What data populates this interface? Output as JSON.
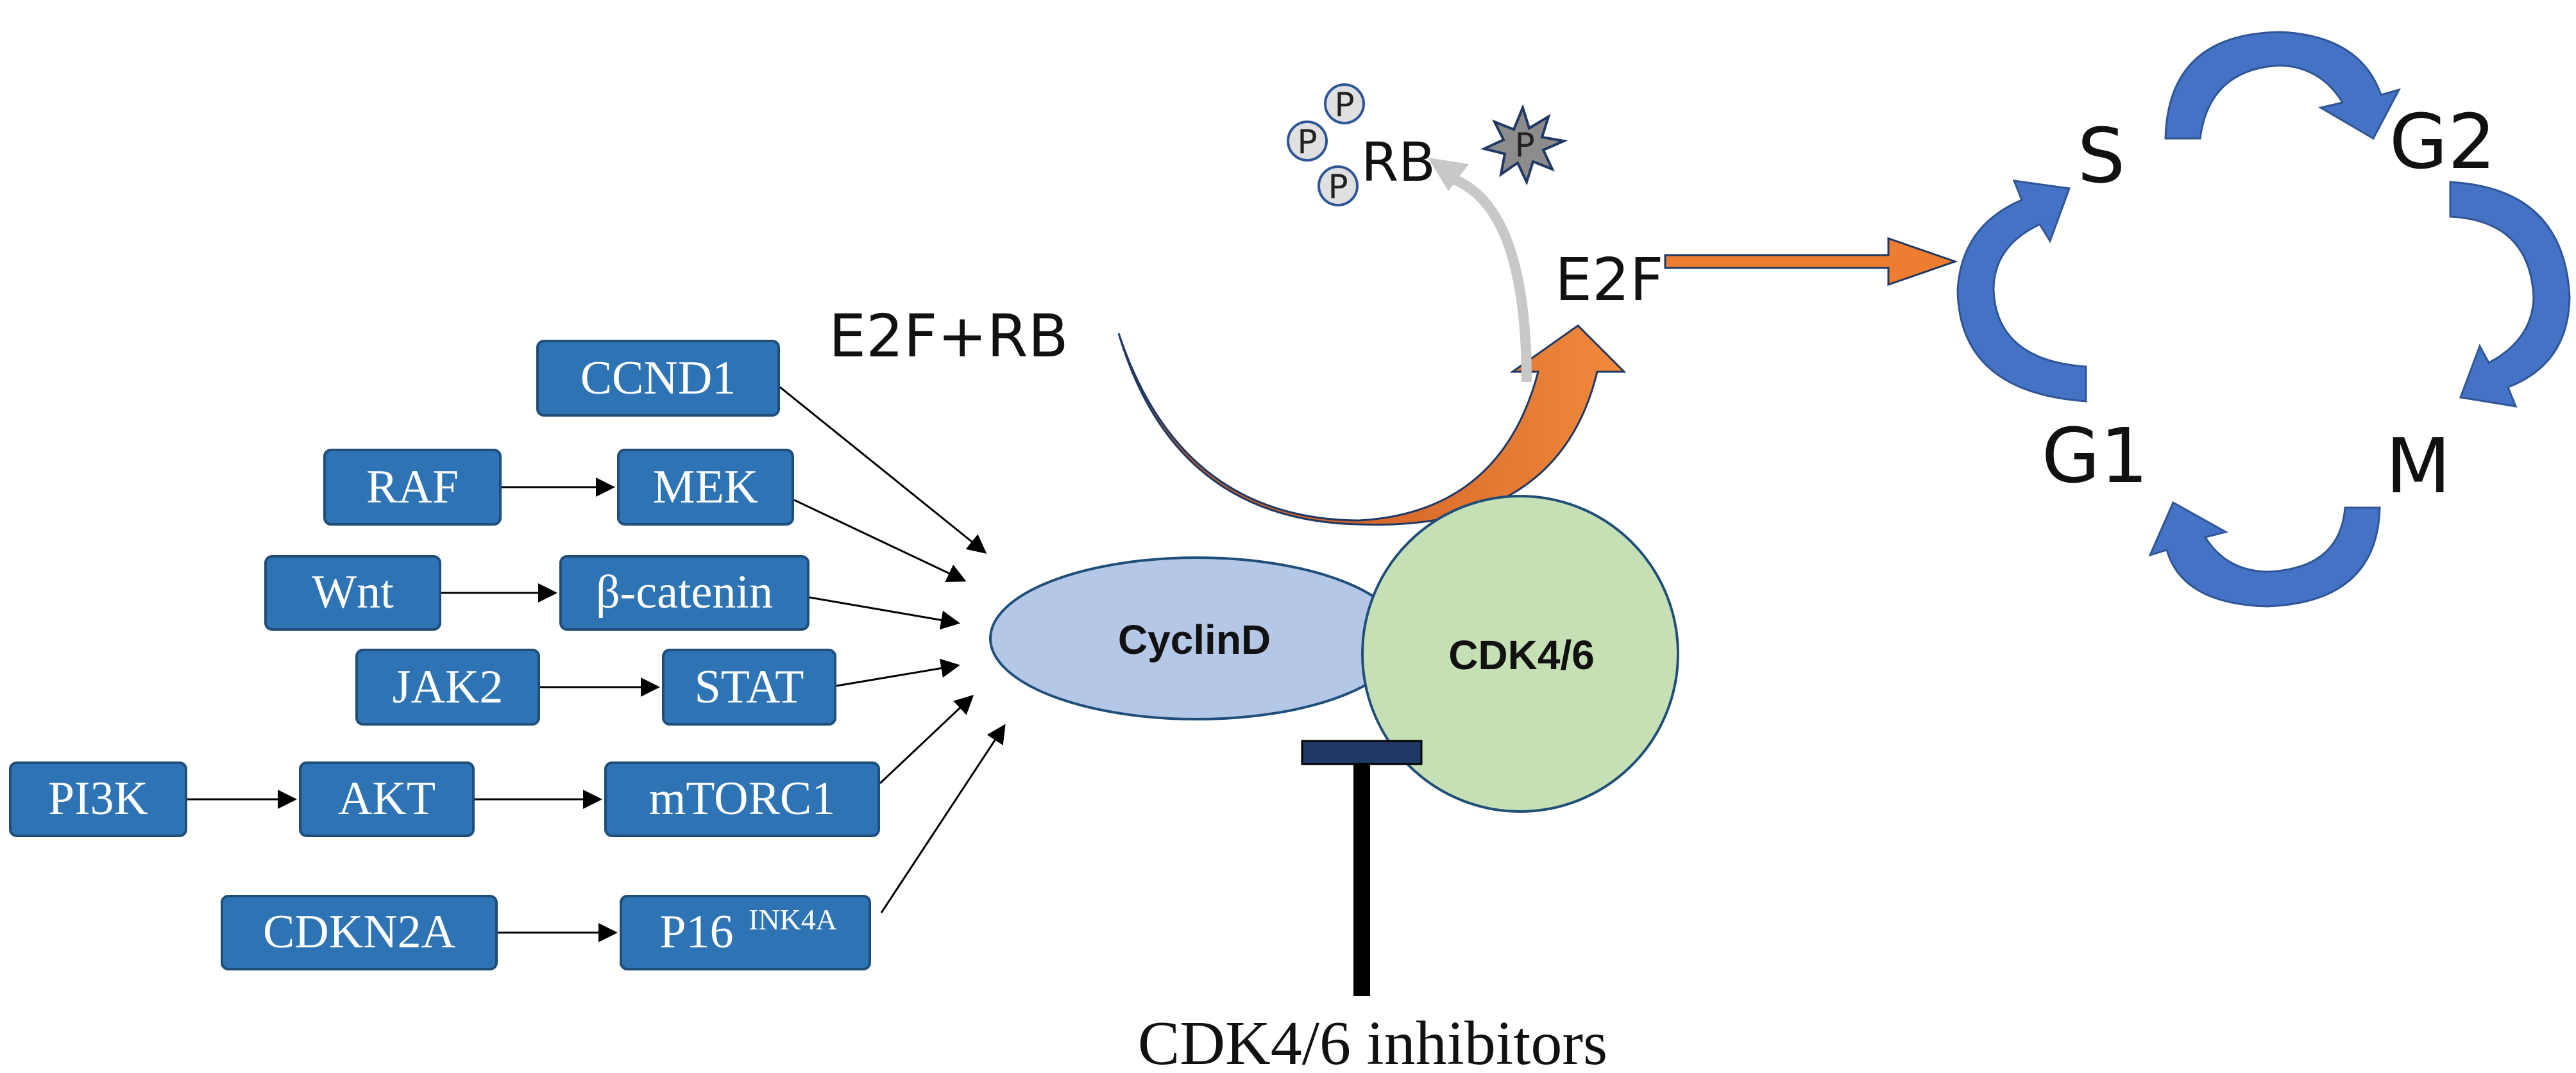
{
  "pathway_boxes": {
    "ccnd1": "CCND1",
    "raf": "RAF",
    "mek": "MEK",
    "wnt": "Wnt",
    "beta_catenin": "β-catenin",
    "jak2": "JAK2",
    "stat": "STAT",
    "pi3k": "PI3K",
    "akt": "AKT",
    "mtorc1": "mTORC1",
    "cdkn2a": "CDKN2A",
    "p16": "P16",
    "p16_sup": "INK4A"
  },
  "complex": {
    "cyclin": "CyclinD",
    "cdk": "CDK4/6"
  },
  "labels": {
    "e2f_rb": "E2F+RB",
    "e2f": "E2F",
    "rb": "RB",
    "phospho": "P",
    "inhibitors": "CDK4/6 inhibitors"
  },
  "cell_cycle": {
    "s": "S",
    "g2": "G2",
    "m": "M",
    "g1": "G1"
  },
  "colors": {
    "box_fill": "#2e74b5",
    "box_border": "#1f4e79",
    "cyclin_fill": "#b4c7e7",
    "cdk_fill": "#c5e0b4",
    "cycle_arrow": "#4472c4",
    "orange_arrow": "#ed7d31",
    "orange_dark": "#b55a26",
    "grey_arrow": "#c8c8c8"
  }
}
